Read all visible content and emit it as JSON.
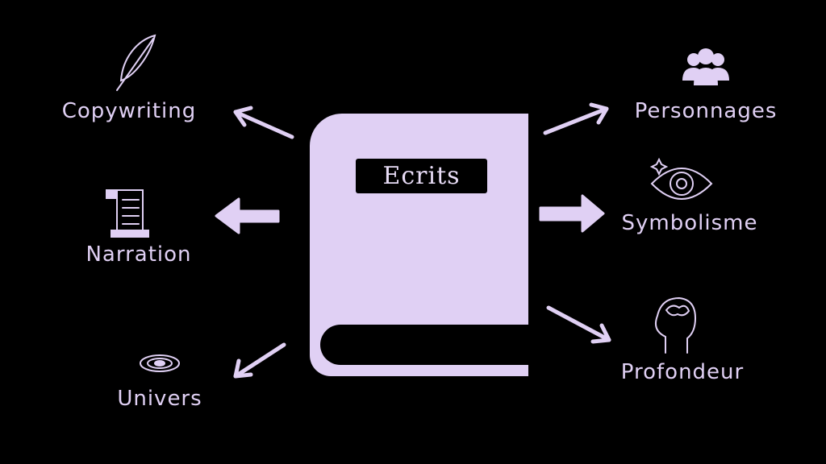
{
  "center": {
    "title": "Ecrits"
  },
  "branches": {
    "copywriting": "Copywriting",
    "narration": "Narration",
    "univers": "Univers",
    "personnages": "Personnages",
    "symbolisme": "Symbolisme",
    "profondeur": "Profondeur"
  },
  "colors": {
    "background": "#000000",
    "accent": "#e0d0f4"
  }
}
